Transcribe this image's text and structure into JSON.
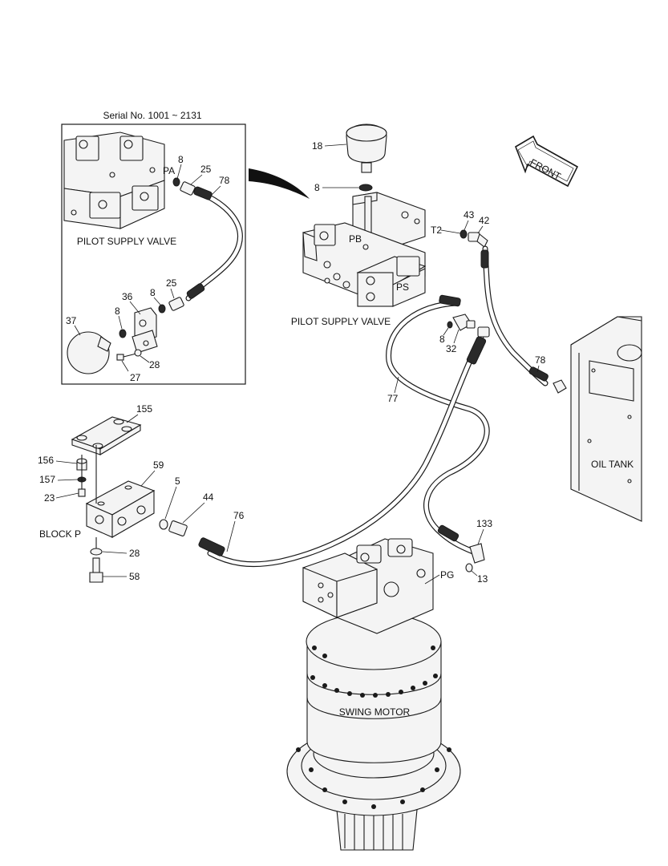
{
  "inset": {
    "serial": "Serial No. 1001 ~ 2131"
  },
  "labels": {
    "pilot_supply_valve_inset": "PILOT SUPPLY VALVE",
    "pilot_supply_valve_main": "PILOT SUPPLY VALVE",
    "front": "FRONT",
    "oil_tank": "OIL TANK",
    "block_p": "BLOCK  P",
    "swing_motor": "SWING MOTOR",
    "port_pa": "PA",
    "port_pb": "PB",
    "port_t2": "T2",
    "port_ps": "PS",
    "port_pg": "PG"
  },
  "callouts": {
    "c18": "18",
    "c8_main_top": "8",
    "c43": "43",
    "c42": "42",
    "c8_main_mid": "8",
    "c32": "32",
    "c78_main": "78",
    "c77": "77",
    "c155": "155",
    "c156": "156",
    "c157": "157",
    "c23": "23",
    "c59": "59",
    "c5": "5",
    "c44": "44",
    "c76": "76",
    "c28_block": "28",
    "c58": "58",
    "c133": "133",
    "c13": "13",
    "c8_inset_a": "8",
    "c25_inset_a": "25",
    "c78_inset": "78",
    "c8_inset_b": "8",
    "c25_inset_b": "25",
    "c36": "36",
    "c8_inset_c": "8",
    "c37": "37",
    "c27": "27",
    "c28_inset": "28"
  }
}
